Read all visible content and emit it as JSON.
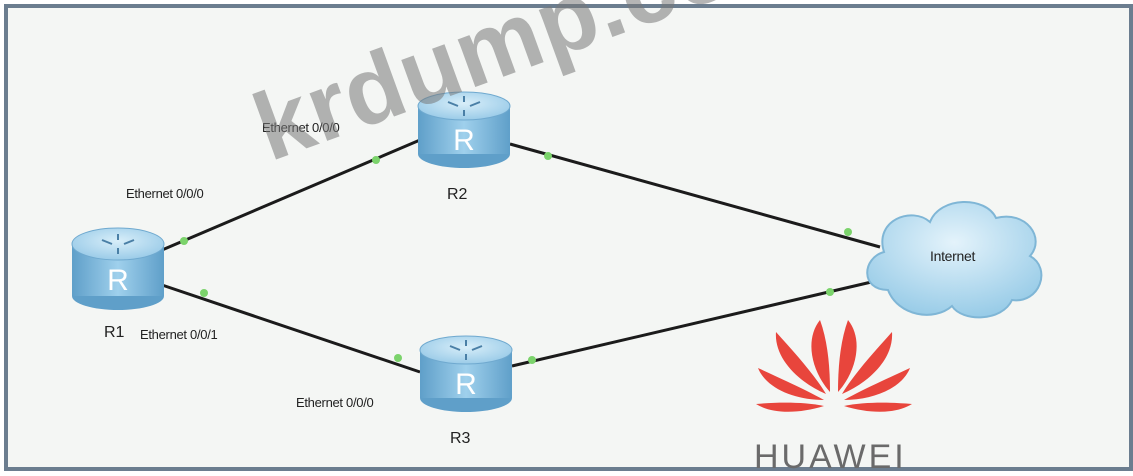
{
  "routers": {
    "r1": {
      "name": "R1",
      "icon_letter": "R"
    },
    "r2": {
      "name": "R2",
      "icon_letter": "R"
    },
    "r3": {
      "name": "R3",
      "icon_letter": "R"
    }
  },
  "interfaces": {
    "r1_to_r2": "Ethernet 0/0/0",
    "r1_to_r3": "Ethernet 0/0/1",
    "r2_to_r1": "Ethernet 0/0/0",
    "r3_to_r1": "Ethernet 0/0/0"
  },
  "cloud": {
    "label": "Internet"
  },
  "watermark": "krdump.com",
  "brand": {
    "name": "HUAWEI",
    "logo": "huawei-logo"
  },
  "colors": {
    "router_body": "#8fc3e3",
    "link": "#1b1b1b",
    "port_dot": "#7bd36b",
    "cloud": "#aed8ee",
    "logo_red": "#e8453c"
  }
}
